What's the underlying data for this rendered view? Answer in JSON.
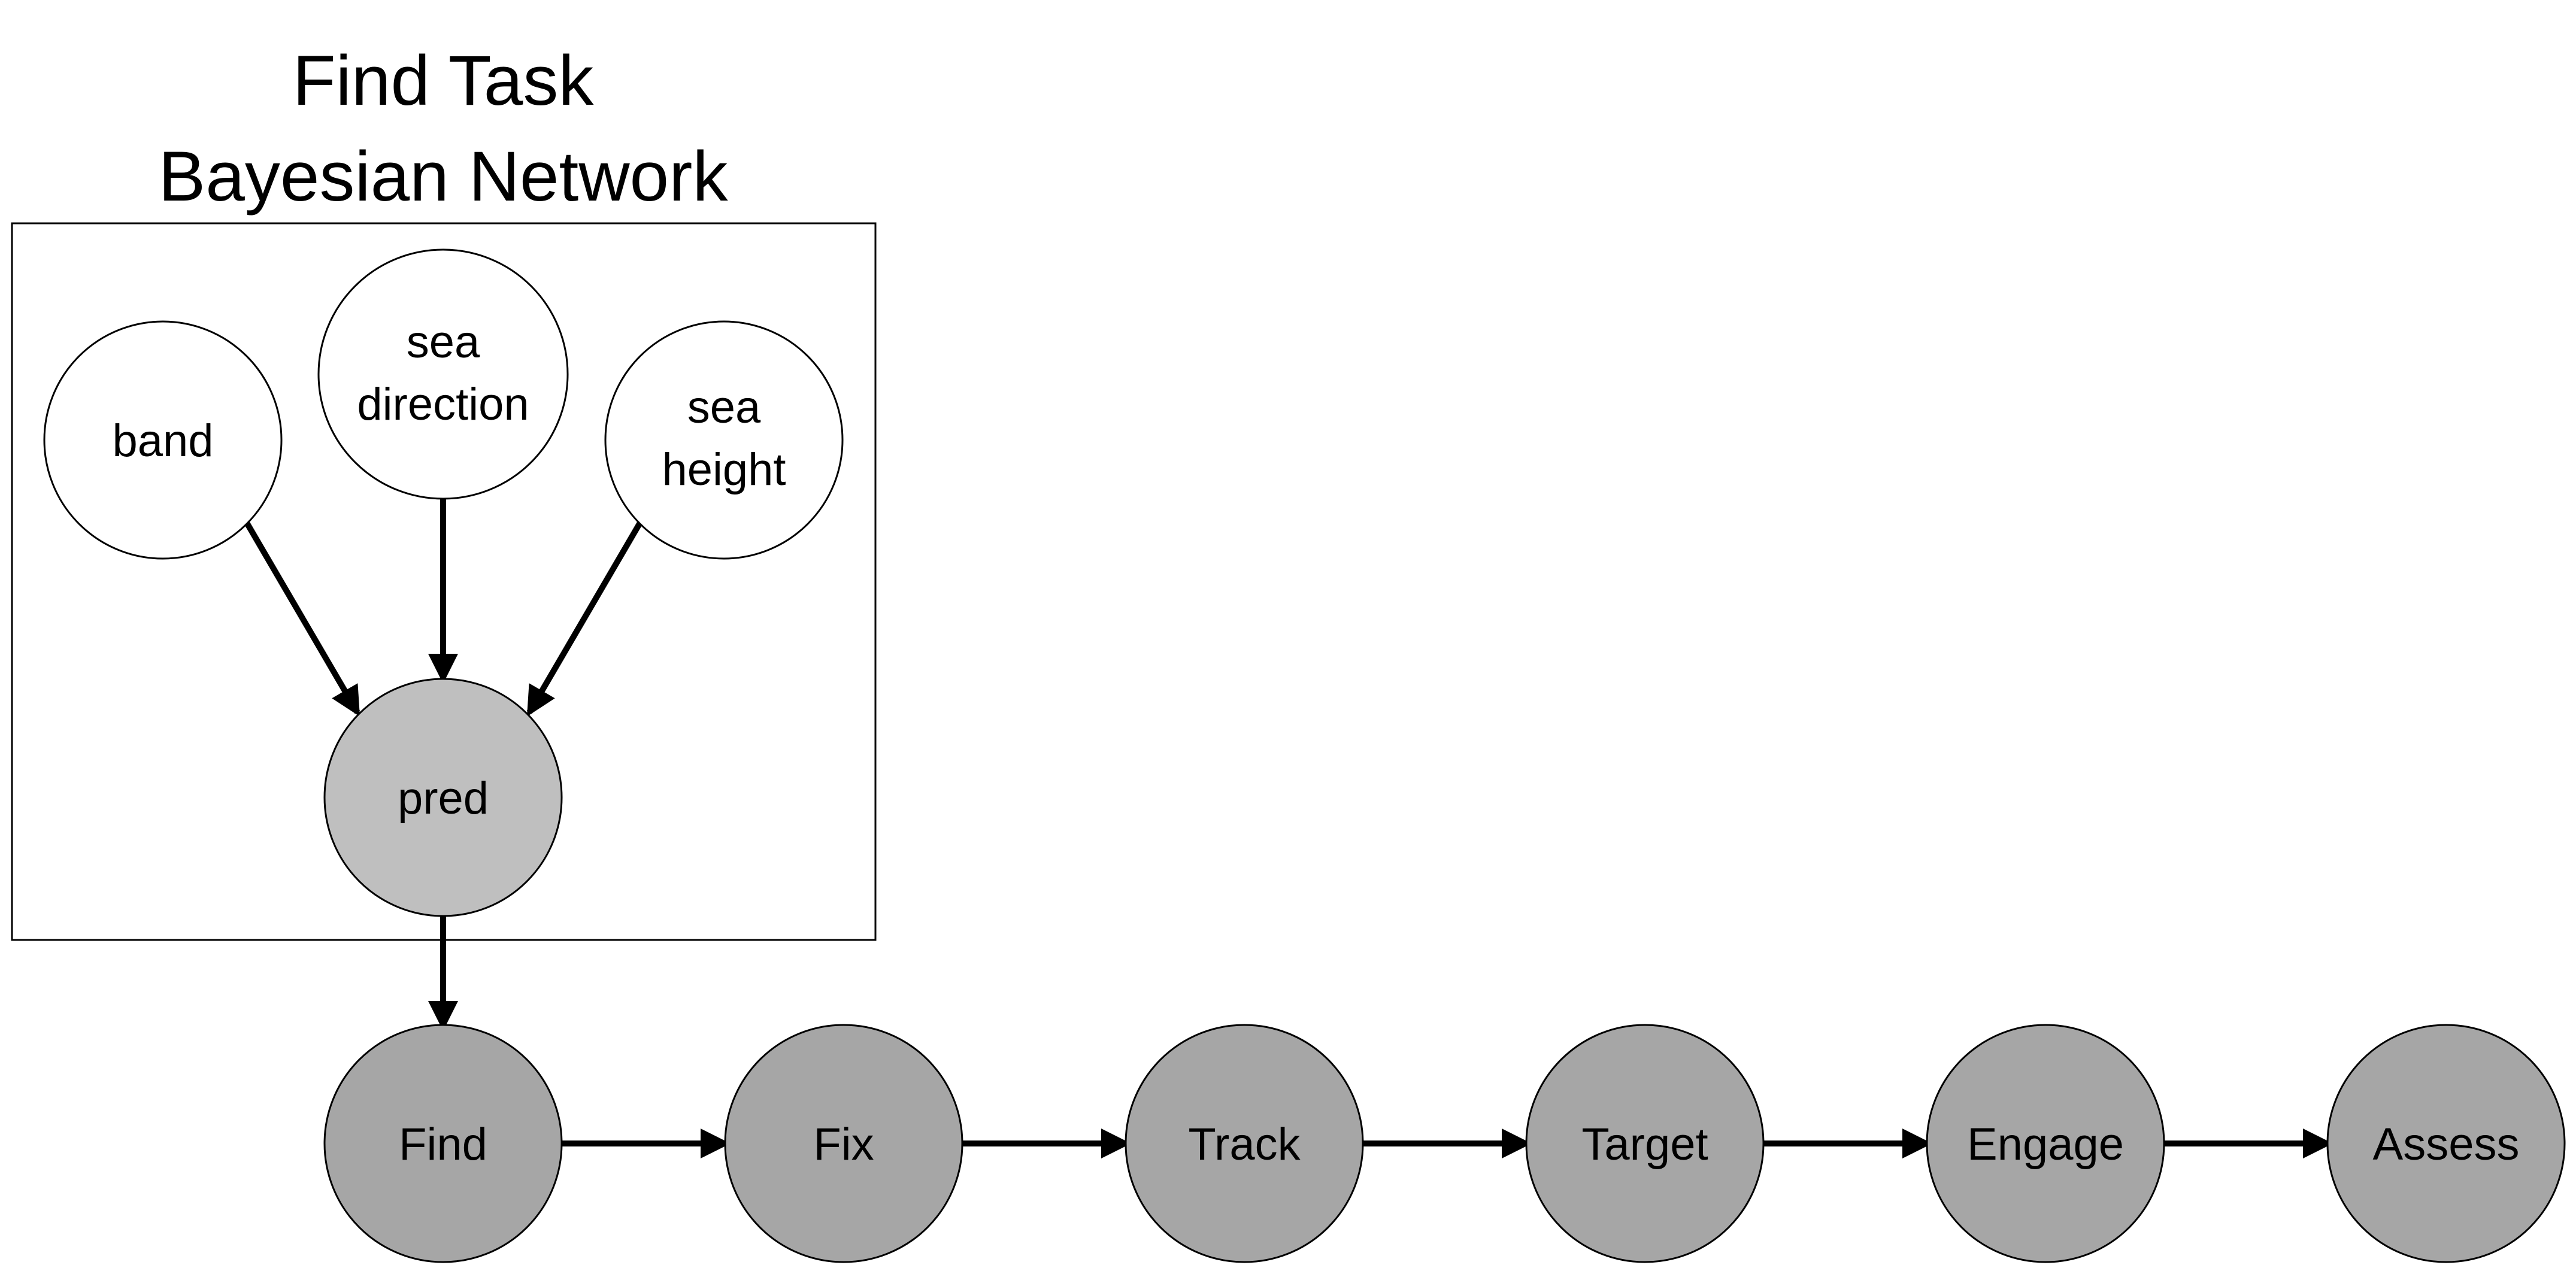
{
  "title": {
    "line1": "Find Task",
    "line2": "Bayesian Network"
  },
  "network_nodes": {
    "band": {
      "lines": [
        "band"
      ]
    },
    "sea_direction": {
      "lines": [
        "sea",
        "direction"
      ]
    },
    "sea_height": {
      "lines": [
        "sea",
        "height"
      ]
    },
    "pred": {
      "lines": [
        "pred"
      ]
    }
  },
  "chain_nodes": [
    "Find",
    "Fix",
    "Track",
    "Target",
    "Engage",
    "Assess"
  ],
  "colors": {
    "input_node_fill": "#ffffff",
    "pred_node_fill": "#bfbfbf",
    "chain_node_fill": "#a6a6a6",
    "stroke": "#000000"
  }
}
